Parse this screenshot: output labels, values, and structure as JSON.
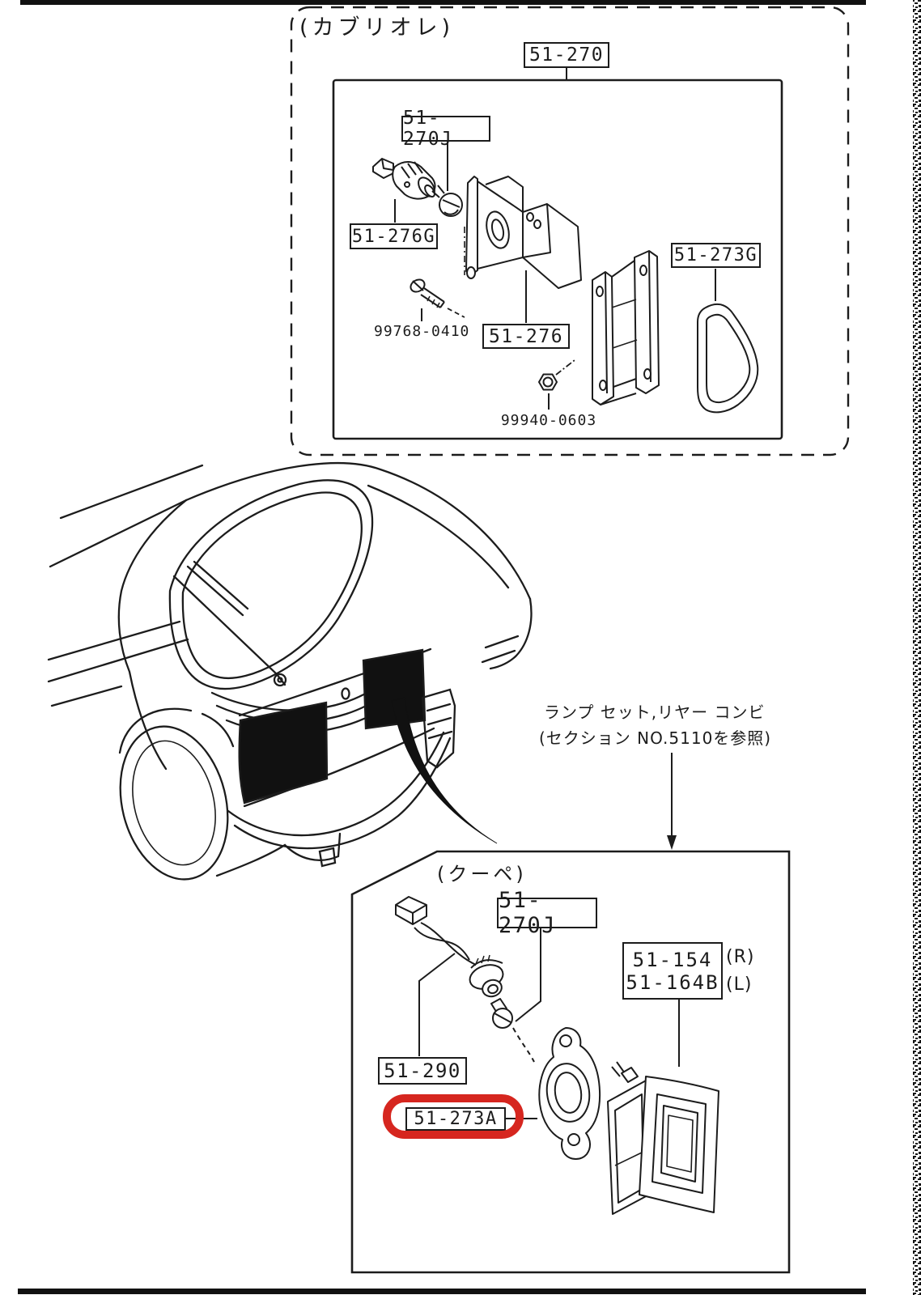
{
  "colors": {
    "ink": "#1c1c1c",
    "paper": "#ffffff",
    "highlight": "#d6261f"
  },
  "cabriolet": {
    "variant_label": "(カブリオレ)",
    "p270": "51-270",
    "p270j": "51-270J",
    "p276g": "51-276G",
    "screw": "99768-0410",
    "p276": "51-276",
    "p273g": "51-273G",
    "nut": "99940-0603"
  },
  "note": {
    "line1": "ランプ セット,リヤー コンビ",
    "line2": "(セクション NO.5110を参照)"
  },
  "coupe": {
    "variant_label": "(クーペ)",
    "p270j": "51-270J",
    "p154": "51-154",
    "p154_side": "(R)",
    "p164b": "51-164B",
    "p164b_side": "(L)",
    "p290": "51-290",
    "p273a": "51-273A",
    "highlighted_part": "51-273A"
  }
}
